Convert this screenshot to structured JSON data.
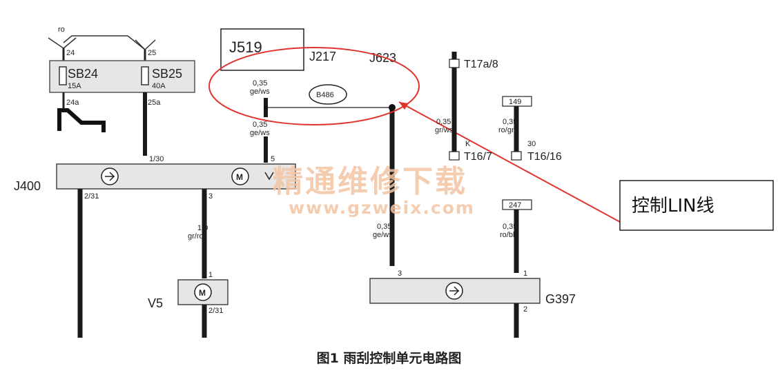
{
  "modules": {
    "j519": "J519",
    "j217": "J217",
    "j623": "J623",
    "j400": "J400",
    "v5": "V5",
    "g397": "G397",
    "b486": "B486"
  },
  "fuses": {
    "sb24": {
      "name": "SB24",
      "rating": "15A",
      "pin_in": "24",
      "pin_out": "24a"
    },
    "sb25": {
      "name": "SB25",
      "rating": "40A",
      "pin_in": "25",
      "pin_out": "25a"
    }
  },
  "connectors": {
    "t17a8": "T17a/8",
    "t167": "T16/7",
    "t1616": "T16/16",
    "box149": "149",
    "box247": "247"
  },
  "wires": {
    "ro_top": "ro",
    "j519_top": {
      "size": "0,35",
      "color": "ge/ws"
    },
    "j519_mid": {
      "size": "0,35",
      "color": "ge/ws"
    },
    "t17_wire": {
      "size": "0,35",
      "color": "gr/ws"
    },
    "t16_wire": {
      "size": "0,35",
      "color": "ro/gn"
    },
    "v5_wire": {
      "size": "1,0",
      "color": "gr/ro"
    },
    "g397_left": {
      "size": "0,35",
      "color": "ge/ws"
    },
    "g397_right": {
      "size": "0,35",
      "color": "ro/bl"
    }
  },
  "pins": {
    "j400_130": "1/30",
    "j400_5": "5",
    "j400_231": "2/31",
    "j400_3": "3",
    "v5_1": "1",
    "v5_231": "2/31",
    "g397_3": "3",
    "g397_1": "1",
    "g397_2": "2",
    "t167_k": "K",
    "t1616_30": "30"
  },
  "callout": "控制LIN线",
  "watermark": {
    "cn": "精通维修下载",
    "url": "www.gzweix.com"
  },
  "caption": "图1 雨刮控制单元电路图",
  "colors": {
    "wire": "#1a1a1a",
    "callout_red": "#e0332b",
    "module_fill": "#e6e6e6",
    "watermark": "#f3c4a3"
  }
}
